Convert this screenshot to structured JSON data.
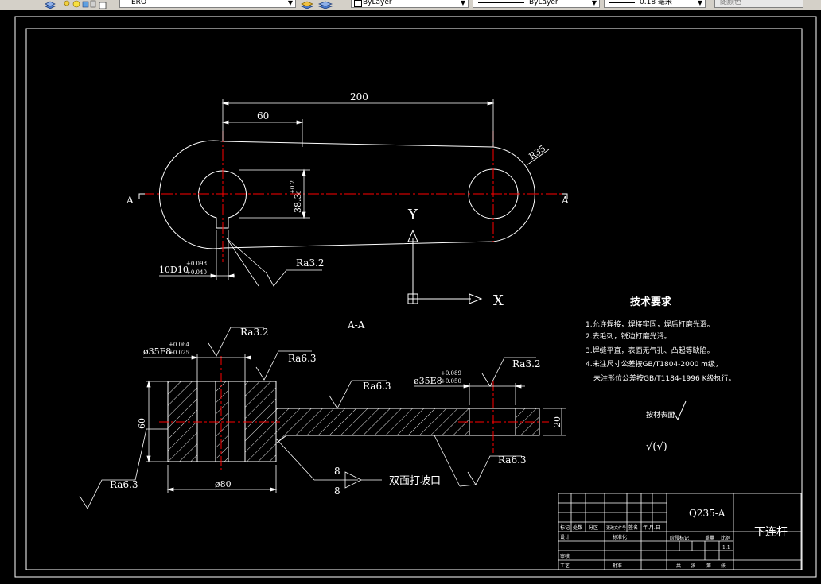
{
  "toolbar": {
    "layer_name": "ERO",
    "color_value": "ByLayer",
    "linetype_value": "ByLayer",
    "lineweight_value": "0.18 毫米",
    "plotstyle_value": "随颜色"
  },
  "colors": {
    "background": "#000000",
    "lines": "#ffffff",
    "centerline": "#ff0000",
    "toolbar": "#d4d0c8"
  },
  "icons": [
    "layer-manager-icon",
    "layer-state-icons",
    "make-object-layer-icon",
    "layer-previous-icon",
    "color-swatch-icon",
    "ucs-icon"
  ],
  "drawing": {
    "top_view": {
      "dim_200": "200",
      "dim_60": "60",
      "dim_r35": "R35",
      "dim_38": "38.3",
      "dim_38_tol": "+0.2",
      "dim_38_tol2": "0",
      "dim_10d10": "10D10",
      "dim_10d10_tol_upper": "+0.098",
      "dim_10d10_tol_lower": "+0.040",
      "ra_32": "Ra3.2",
      "section_mark": "A"
    },
    "ucs": {
      "y_label": "Y",
      "x_label": "X"
    },
    "section_view": {
      "title": "A-A",
      "dim_35f8": "ø35F8",
      "dim_35f8_tol_upper": "+0.064",
      "dim_35f8_tol_lower": "+0.025",
      "dim_35e8": "ø35E8",
      "dim_35e8_tol_upper": "+0.089",
      "dim_35e8_tol_lower": "+0.050",
      "ra_32_a": "Ra3.2",
      "ra_63_a": "Ra6.3",
      "ra_63_b": "Ra6.3",
      "ra_32_b": "Ra3.2",
      "ra_63_c": "Ra6.3",
      "ra_63_d": "Ra6.3",
      "dim_60": "60",
      "dim_20": "20",
      "dim_80": "ø80",
      "weld_8_top": "8",
      "weld_8_bottom": "8",
      "weld_note": "双面打坡口"
    },
    "tech_requirements": {
      "title": "技术要求",
      "items": [
        "1.允许焊接，焊接牢固，焊后打磨光滑。",
        "2.去毛刺，锐边打磨光滑。",
        "3.焊缝平直，表面无气孔、凸起等缺陷。",
        "4.未注尺寸公差按GB/T1804-2000 m级，",
        "未注形位公差按GB/T1184-1996 K级执行。"
      ],
      "roughness_note": "按材表面",
      "roughness_legend": "√(√)"
    },
    "title_block": {
      "material": "Q235-A",
      "part_name": "下连杆",
      "header_cells": [
        "标记",
        "处数",
        "分区",
        "更改文件号",
        "签名",
        "年.月.日"
      ],
      "row_design": "设计",
      "row_standard": "标准化",
      "row_review": "审核",
      "row_process": "工艺",
      "row_approve": "批准",
      "stage_header": [
        "阶段标记",
        "重量",
        "比例"
      ],
      "scale": "1:1",
      "sheet_info": [
        "共",
        "张",
        "第",
        "张"
      ]
    }
  }
}
